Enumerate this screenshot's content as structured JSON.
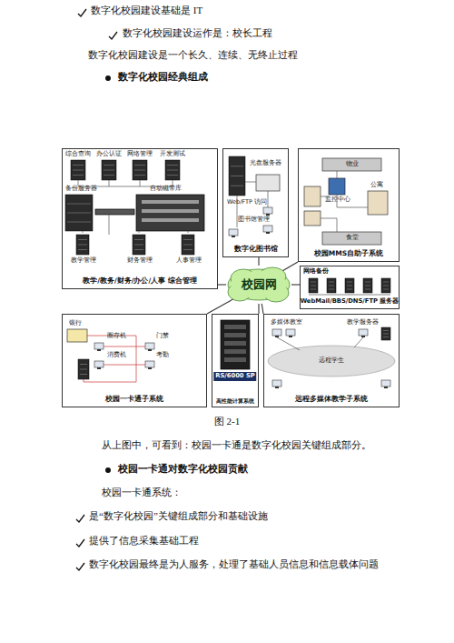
{
  "diagram": {
    "caption": "图 2-1",
    "nodes": [
      {
        "text": [
          "教学/教务/财务/办公/人事 综合管理"
        ]
      },
      {
        "text": [
          "数字化图书馆"
        ]
      },
      {
        "text": [
          "校园MMS自助子系统"
        ]
      },
      {
        "text": [
          "校园网"
        ]
      },
      {
        "text": [
          "网络备份",
          "WebMail/BBS/DNS/FTP 服务器"
        ]
      },
      {
        "text": [
          "校园一卡通子系统"
        ]
      },
      {
        "text": [
          "RS/6000 SP",
          "高性能计算系统"
        ]
      },
      {
        "text": [
          "远程多媒体教学子系统"
        ]
      }
    ],
    "edges": [
      {
        "from": 3,
        "to": 0,
        "arrow": "none"
      },
      {
        "from": 3,
        "to": 1,
        "arrow": "none"
      },
      {
        "from": 3,
        "to": 2,
        "arrow": "none"
      },
      {
        "from": 3,
        "to": 4,
        "arrow": "none"
      },
      {
        "from": 3,
        "to": 5,
        "arrow": "none"
      },
      {
        "from": 3,
        "to": 6,
        "arrow": "none"
      },
      {
        "from": 3,
        "to": 7,
        "arrow": "none"
      }
    ],
    "labels": [
      "数字化校园建设基础是 IT",
      "数字化校园建设运作是：校长工程",
      "数字化校园建设是一个长久、连续、无终止过程",
      "数字化校园经典组成",
      "综合查询",
      "办公认证",
      "网络管理",
      "开发测试",
      "备份服务器",
      "自动磁带库",
      "教学管理",
      "财务管理",
      "人事管理",
      "光盘服务器",
      "Web/FTP 访问",
      "图书馆管理",
      "物业",
      "监控中心",
      "公寓",
      "食堂",
      "银行",
      "圈存机",
      "消费机",
      "门禁",
      "考勤",
      "多媒体教室",
      "教学服务器",
      "远程学生",
      "从上图中，可看到：校园一卡通是数字化校园关键组成部分。",
      "校园一卡通对数字化校园贡献",
      "校园一卡通系统：",
      "是“数字化校园”关键组成部分和基础设施",
      "提供了信息采集基础工程",
      "数字化校园最终是为人服务，处理了基础人员信息和信息载体问题"
    ]
  }
}
